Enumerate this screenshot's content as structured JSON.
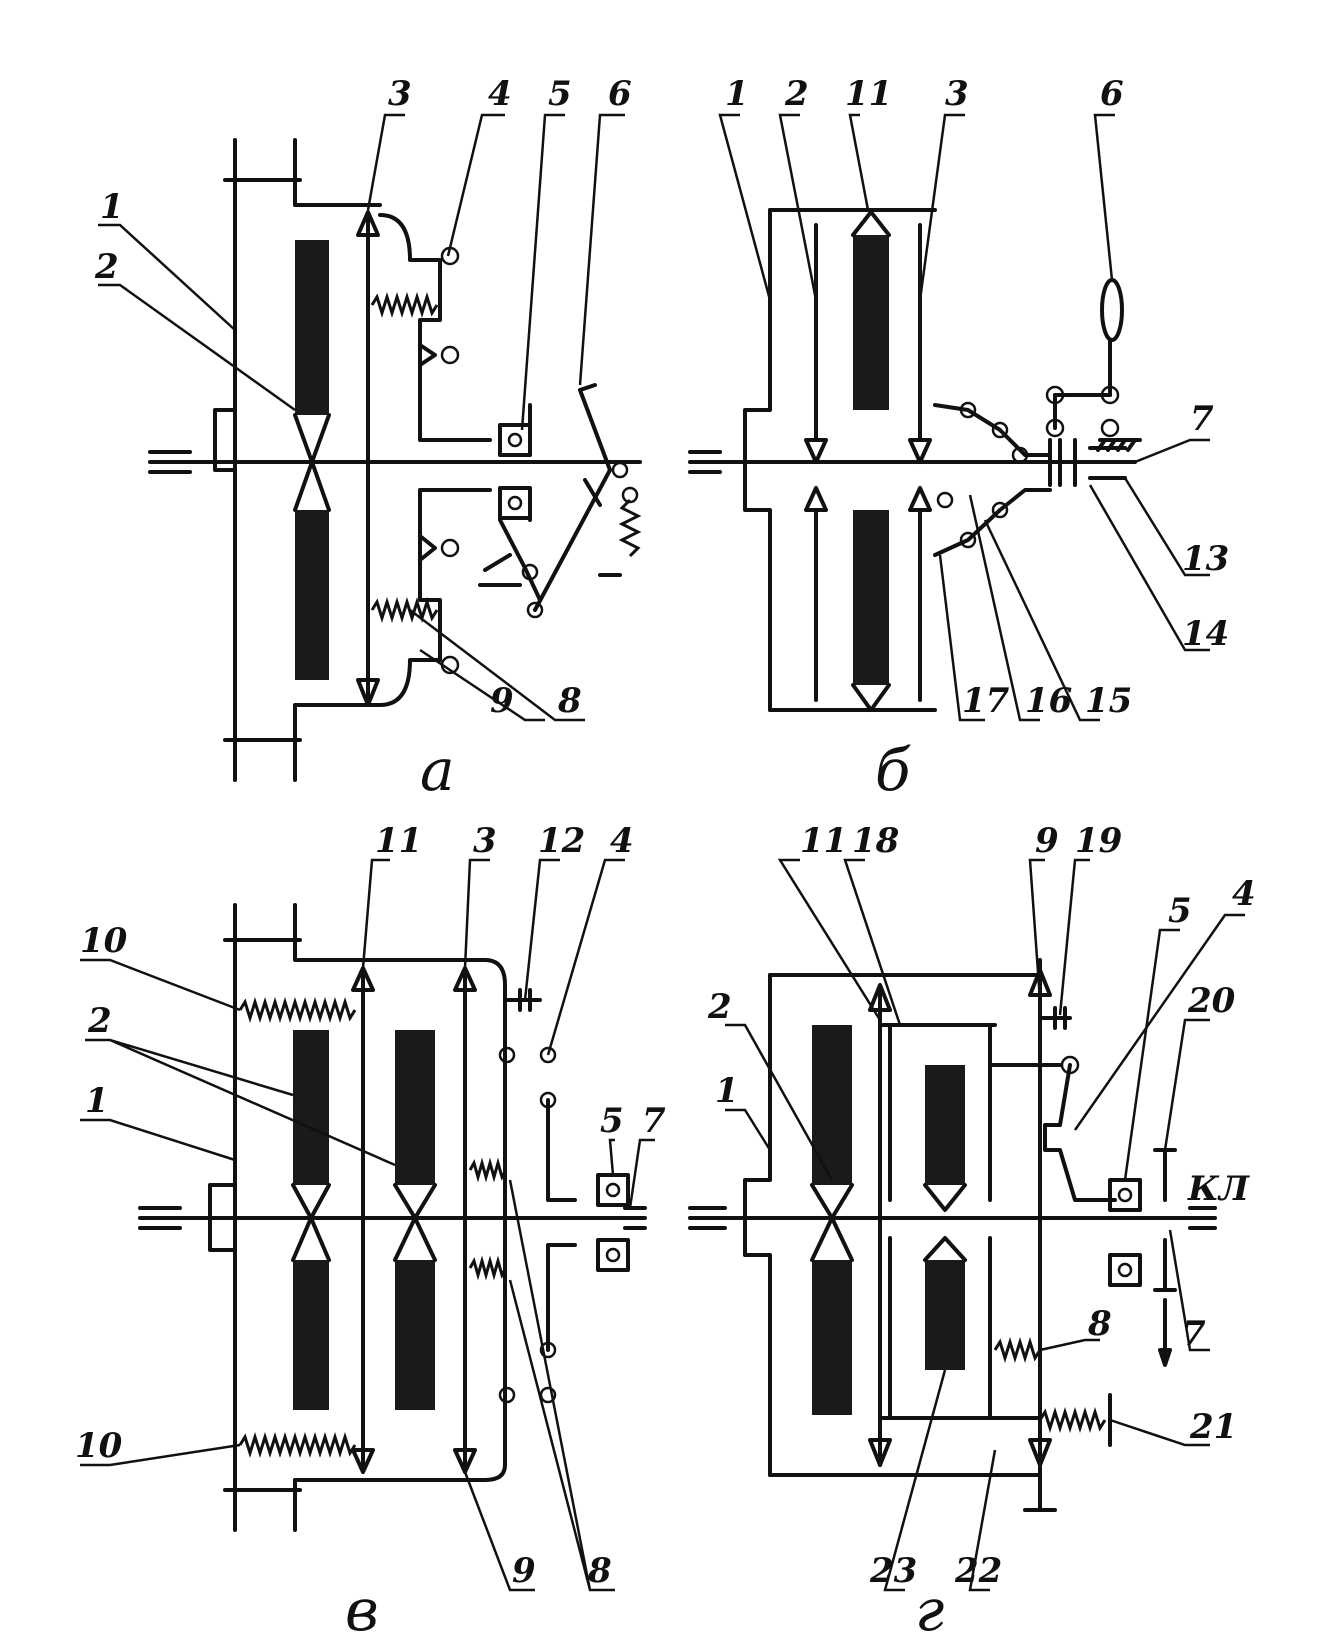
{
  "panels": [
    {
      "id": "a",
      "caption": "а",
      "labels": [
        "1",
        "2",
        "3",
        "4",
        "5",
        "6",
        "8",
        "9"
      ]
    },
    {
      "id": "b",
      "caption": "б",
      "labels": [
        "1",
        "2",
        "11",
        "3",
        "6",
        "7",
        "13",
        "14",
        "15",
        "16",
        "17"
      ]
    },
    {
      "id": "v",
      "caption": "в",
      "labels": [
        "11",
        "3",
        "12",
        "4",
        "10",
        "2",
        "1",
        "5",
        "7",
        "10",
        "9",
        "8"
      ]
    },
    {
      "id": "g",
      "caption": "г",
      "labels": [
        "11",
        "18",
        "9",
        "19",
        "4",
        "5",
        "2",
        "1",
        "20",
        "КЛ",
        "8",
        "7",
        "21",
        "23",
        "22"
      ]
    }
  ]
}
